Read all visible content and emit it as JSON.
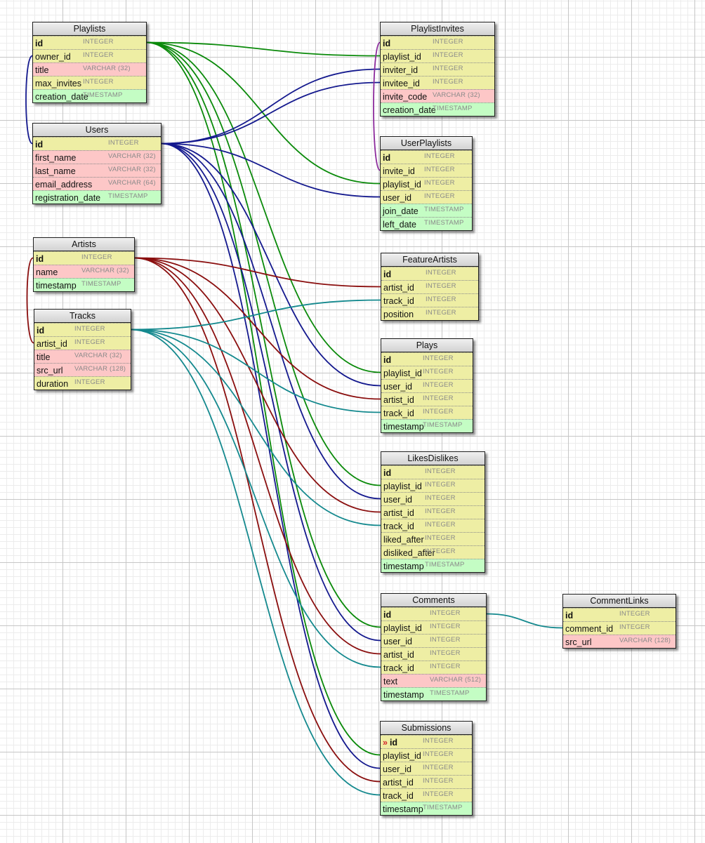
{
  "colors": {
    "integer": "#eeeea4",
    "varchar": "#fdc7c7",
    "timestamp": "#c4fdc4",
    "link_playlist": "#0a8a0a",
    "link_user": "#14198e",
    "link_artist": "#8a0e0e",
    "link_track": "#14898e",
    "link_invite": "#8c2a9c"
  },
  "tables": [
    {
      "id": "Playlists",
      "title": "Playlists",
      "fields": [
        {
          "name": "id",
          "type": "INTEGER",
          "pk": true
        },
        {
          "name": "owner_id",
          "type": "INTEGER"
        },
        {
          "name": "title",
          "type": "VARCHAR (32)"
        },
        {
          "name": "max_invites",
          "type": "INTEGER"
        },
        {
          "name": "creation_date",
          "type": "TIMESTAMP"
        }
      ]
    },
    {
      "id": "Users",
      "title": "Users",
      "fields": [
        {
          "name": "id",
          "type": "INTEGER",
          "pk": true
        },
        {
          "name": "first_name",
          "type": "VARCHAR (32)"
        },
        {
          "name": "last_name",
          "type": "VARCHAR (32)"
        },
        {
          "name": "email_address",
          "type": "VARCHAR (64)"
        },
        {
          "name": "registration_date",
          "type": "TIMESTAMP"
        }
      ]
    },
    {
      "id": "Artists",
      "title": "Artists",
      "fields": [
        {
          "name": "id",
          "type": "INTEGER",
          "pk": true
        },
        {
          "name": "name",
          "type": "VARCHAR (32)"
        },
        {
          "name": "timestamp",
          "type": "TIMESTAMP"
        }
      ]
    },
    {
      "id": "Tracks",
      "title": "Tracks",
      "fields": [
        {
          "name": "id",
          "type": "INTEGER",
          "pk": true
        },
        {
          "name": "artist_id",
          "type": "INTEGER"
        },
        {
          "name": "title",
          "type": "VARCHAR (32)"
        },
        {
          "name": "src_url",
          "type": "VARCHAR (128)"
        },
        {
          "name": "duration",
          "type": "INTEGER"
        }
      ]
    },
    {
      "id": "PlaylistInvites",
      "title": "PlaylistInvites",
      "fields": [
        {
          "name": "id",
          "type": "INTEGER",
          "pk": true
        },
        {
          "name": "playlist_id",
          "type": "INTEGER"
        },
        {
          "name": "inviter_id",
          "type": "INTEGER"
        },
        {
          "name": "invitee_id",
          "type": "INTEGER"
        },
        {
          "name": "invite_code",
          "type": "VARCHAR (32)"
        },
        {
          "name": "creation_date",
          "type": "TIMESTAMP"
        }
      ]
    },
    {
      "id": "UserPlaylists",
      "title": "UserPlaylists",
      "fields": [
        {
          "name": "id",
          "type": "INTEGER",
          "pk": true
        },
        {
          "name": "invite_id",
          "type": "INTEGER"
        },
        {
          "name": "playlist_id",
          "type": "INTEGER"
        },
        {
          "name": "user_id",
          "type": "INTEGER"
        },
        {
          "name": "join_date",
          "type": "TIMESTAMP"
        },
        {
          "name": "left_date",
          "type": "TIMESTAMP"
        }
      ]
    },
    {
      "id": "FeatureArtists",
      "title": "FeatureArtists",
      "fields": [
        {
          "name": "id",
          "type": "INTEGER",
          "pk": true
        },
        {
          "name": "artist_id",
          "type": "INTEGER"
        },
        {
          "name": "track_id",
          "type": "INTEGER"
        },
        {
          "name": "position",
          "type": "INTEGER"
        }
      ]
    },
    {
      "id": "Plays",
      "title": "Plays",
      "fields": [
        {
          "name": "id",
          "type": "INTEGER",
          "pk": true
        },
        {
          "name": "playlist_id",
          "type": "INTEGER"
        },
        {
          "name": "user_id",
          "type": "INTEGER"
        },
        {
          "name": "artist_id",
          "type": "INTEGER"
        },
        {
          "name": "track_id",
          "type": "INTEGER"
        },
        {
          "name": "timestamp",
          "type": "TIMESTAMP"
        }
      ]
    },
    {
      "id": "LikesDislikes",
      "title": "LikesDislikes",
      "fields": [
        {
          "name": "id",
          "type": "INTEGER",
          "pk": true
        },
        {
          "name": "playlist_id",
          "type": "INTEGER"
        },
        {
          "name": "user_id",
          "type": "INTEGER"
        },
        {
          "name": "artist_id",
          "type": "INTEGER"
        },
        {
          "name": "track_id",
          "type": "INTEGER"
        },
        {
          "name": "liked_after",
          "type": "INTEGER"
        },
        {
          "name": "disliked_after",
          "type": "INTEGER"
        },
        {
          "name": "timestamp",
          "type": "TIMESTAMP"
        }
      ]
    },
    {
      "id": "Comments",
      "title": "Comments",
      "fields": [
        {
          "name": "id",
          "type": "INTEGER",
          "pk": true
        },
        {
          "name": "playlist_id",
          "type": "INTEGER"
        },
        {
          "name": "user_id",
          "type": "INTEGER"
        },
        {
          "name": "artist_id",
          "type": "INTEGER"
        },
        {
          "name": "track_id",
          "type": "INTEGER"
        },
        {
          "name": "text",
          "type": "VARCHAR (512)"
        },
        {
          "name": "timestamp",
          "type": "TIMESTAMP"
        }
      ]
    },
    {
      "id": "CommentLinks",
      "title": "CommentLinks",
      "fields": [
        {
          "name": "id",
          "type": "INTEGER",
          "pk": true
        },
        {
          "name": "comment_id",
          "type": "INTEGER"
        },
        {
          "name": "src_url",
          "type": "VARCHAR (128)"
        }
      ]
    },
    {
      "id": "Submissions",
      "title": "Submissions",
      "fields": [
        {
          "name": "id",
          "type": "INTEGER",
          "pk": true,
          "marker": "»"
        },
        {
          "name": "playlist_id",
          "type": "INTEGER"
        },
        {
          "name": "user_id",
          "type": "INTEGER"
        },
        {
          "name": "artist_id",
          "type": "INTEGER"
        },
        {
          "name": "track_id",
          "type": "INTEGER"
        },
        {
          "name": "timestamp",
          "type": "TIMESTAMP"
        }
      ]
    }
  ],
  "relations": [
    {
      "from": "Playlists.id",
      "to": "PlaylistInvites.playlist_id",
      "color": "link_playlist"
    },
    {
      "from": "Playlists.id",
      "to": "UserPlaylists.playlist_id",
      "color": "link_playlist"
    },
    {
      "from": "Playlists.id",
      "to": "Plays.playlist_id",
      "color": "link_playlist"
    },
    {
      "from": "Playlists.id",
      "to": "LikesDislikes.playlist_id",
      "color": "link_playlist"
    },
    {
      "from": "Playlists.id",
      "to": "Comments.playlist_id",
      "color": "link_playlist"
    },
    {
      "from": "Playlists.id",
      "to": "Submissions.playlist_id",
      "color": "link_playlist"
    },
    {
      "from": "Users.id",
      "to": "Playlists.owner_id",
      "color": "link_user"
    },
    {
      "from": "Users.id",
      "to": "PlaylistInvites.inviter_id",
      "color": "link_user"
    },
    {
      "from": "Users.id",
      "to": "PlaylistInvites.invitee_id",
      "color": "link_user"
    },
    {
      "from": "Users.id",
      "to": "UserPlaylists.user_id",
      "color": "link_user"
    },
    {
      "from": "Users.id",
      "to": "Plays.user_id",
      "color": "link_user"
    },
    {
      "from": "Users.id",
      "to": "LikesDislikes.user_id",
      "color": "link_user"
    },
    {
      "from": "Users.id",
      "to": "Comments.user_id",
      "color": "link_user"
    },
    {
      "from": "Users.id",
      "to": "Submissions.user_id",
      "color": "link_user"
    },
    {
      "from": "Artists.id",
      "to": "Tracks.artist_id",
      "color": "link_artist"
    },
    {
      "from": "Artists.id",
      "to": "FeatureArtists.artist_id",
      "color": "link_artist"
    },
    {
      "from": "Artists.id",
      "to": "Plays.artist_id",
      "color": "link_artist"
    },
    {
      "from": "Artists.id",
      "to": "LikesDislikes.artist_id",
      "color": "link_artist"
    },
    {
      "from": "Artists.id",
      "to": "Comments.artist_id",
      "color": "link_artist"
    },
    {
      "from": "Artists.id",
      "to": "Submissions.artist_id",
      "color": "link_artist"
    },
    {
      "from": "Tracks.id",
      "to": "FeatureArtists.track_id",
      "color": "link_track"
    },
    {
      "from": "Tracks.id",
      "to": "Plays.track_id",
      "color": "link_track"
    },
    {
      "from": "Tracks.id",
      "to": "LikesDislikes.track_id",
      "color": "link_track"
    },
    {
      "from": "Tracks.id",
      "to": "Comments.track_id",
      "color": "link_track"
    },
    {
      "from": "Tracks.id",
      "to": "Submissions.track_id",
      "color": "link_track"
    },
    {
      "from": "Comments.id",
      "to": "CommentLinks.comment_id",
      "color": "link_track"
    },
    {
      "from": "PlaylistInvites.id",
      "to": "UserPlaylists.invite_id",
      "color": "link_invite"
    }
  ]
}
